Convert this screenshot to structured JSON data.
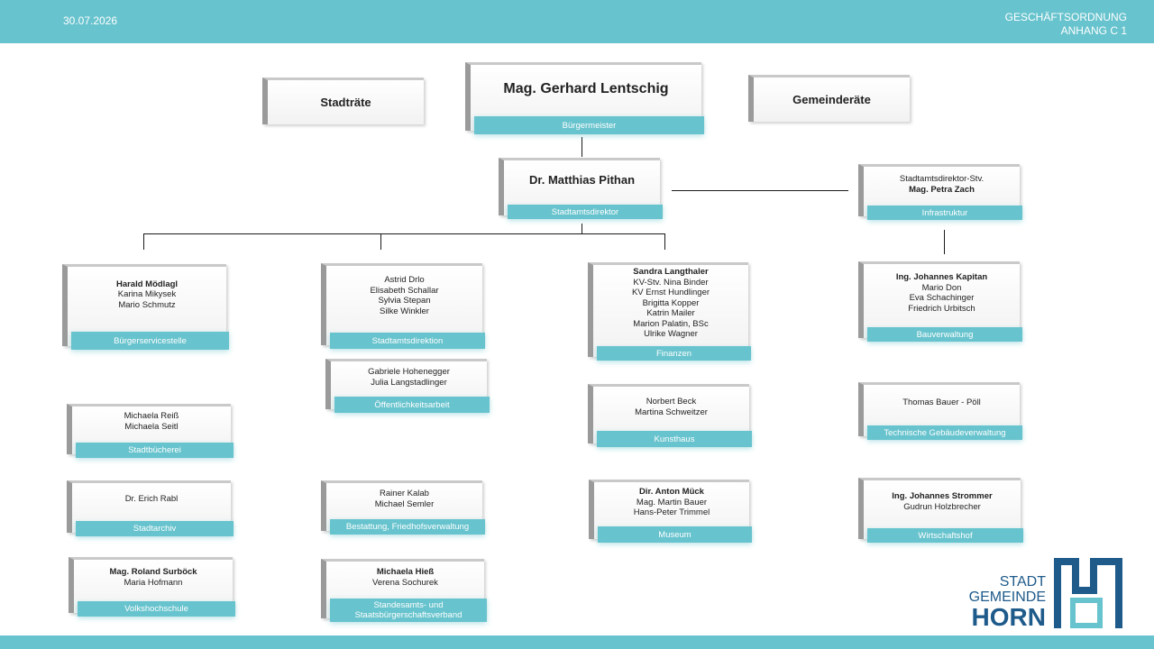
{
  "header": {
    "date": "30.07.2026",
    "doc_title": "GESCHÄFTSORDNUNG",
    "doc_subtitle": "ANHANG C 1"
  },
  "top": {
    "left_box": "Stadträte",
    "right_box": "Gemeinderäte",
    "mayor_name": "Mag. Gerhard Lentschig",
    "mayor_label": "Bürgermeister"
  },
  "director": {
    "name": "Dr. Matthias Pithan",
    "label": "Stadtamtsdirektor"
  },
  "deputy": {
    "line1": "Stadtamtsdirektor-Stv.",
    "line2": "Mag. Petra Zach",
    "label": "Infrastruktur"
  },
  "units": {
    "buergerservice": {
      "lead": "Harald Mödlagl",
      "names": [
        "Karina Mikysek",
        "Mario Schmutz"
      ],
      "label": "Bürgerservicestelle"
    },
    "stadtamtsdirektion": {
      "names": [
        "Astrid Drlo",
        "Elisabeth Schallar",
        "Sylvia Stepan",
        "Silke Winkler"
      ],
      "label": "Stadtamtsdirektion"
    },
    "oeffentlichkeit": {
      "names": [
        "Gabriele Hohenegger",
        "Julia Langstadlinger"
      ],
      "label": "Öffentlichkeitsarbeit"
    },
    "finanzen": {
      "lead": "Sandra Langthaler",
      "names": [
        "KV-Stv. Nina Binder",
        "KV Ernst Hundlinger",
        "Brigitta Kopper",
        "Katrin Mailer",
        "Marion Palatin, BSc",
        "Ulrike Wagner"
      ],
      "label": "Finanzen"
    },
    "bauverwaltung": {
      "lead": "Ing. Johannes Kapitan",
      "names": [
        "Mario Don",
        "Eva Schachinger",
        "Friedrich Urbitsch"
      ],
      "label": "Bauverwaltung"
    },
    "stadtbuecherei": {
      "names": [
        "Michaela Reiß",
        "Michaela Seitl"
      ],
      "label": "Stadtbücherei"
    },
    "kunsthaus": {
      "names": [
        "Norbert Beck",
        "Martina Schweitzer"
      ],
      "label": "Kunsthaus"
    },
    "tgv": {
      "names": [
        "Thomas Bauer - Pöll"
      ],
      "label": "Technische Gebäudeverwaltung"
    },
    "stadtarchiv": {
      "names": [
        "Dr. Erich Rabl"
      ],
      "label": "Stadtarchiv"
    },
    "bestattung": {
      "names": [
        "Rainer Kalab",
        "Michael Semler"
      ],
      "label": "Bestattung, Friedhofsverwaltung"
    },
    "museum": {
      "lead": "Dir. Anton Mück",
      "names": [
        "Mag. Martin Bauer",
        "Hans-Peter Trimmel"
      ],
      "label": "Museum"
    },
    "wirtschaftshof": {
      "lead": "Ing. Johannes Strommer",
      "names": [
        "Gudrun Holzbrecher"
      ],
      "label": "Wirtschaftshof"
    },
    "volkshochschule": {
      "lead": "Mag. Roland Surböck",
      "names": [
        "Maria Hofmann"
      ],
      "label": "Volkshochschule"
    },
    "standesamt": {
      "lead": "Michaela Hieß",
      "names": [
        "Verena Sochurek"
      ],
      "label_line1": "Standesamts- und",
      "label_line2": "Staatsbürgerschaftsverband"
    }
  },
  "logo": {
    "line1": "STADT",
    "line2": "GEMEINDE",
    "line3": "HORN",
    "color": "#1e5a8a"
  },
  "colors": {
    "accent": "#67c3cd"
  }
}
